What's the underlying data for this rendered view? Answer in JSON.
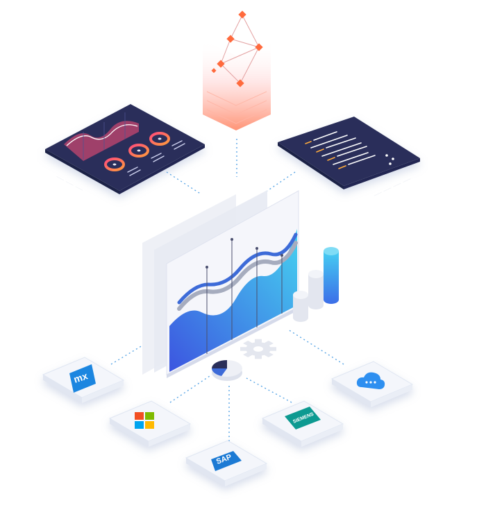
{
  "colors": {
    "navy": "#2a2f5a",
    "blue_start": "#3c55e0",
    "blue_end": "#46d2f0",
    "orange": "#ff6a3d",
    "pink": "#ff4d7a",
    "mendix_blue": "#1e86e0",
    "siemens_teal": "#0f9a91",
    "sap_blue": "#1a7ad4",
    "cloud_blue": "#2f8ff0"
  },
  "integrations": [
    {
      "name": "mendix-tile",
      "logo_text": "mx",
      "icon": "mendix-logo-icon"
    },
    {
      "name": "microsoft-tile",
      "logo_text": "",
      "icon": "microsoft-logo-icon"
    },
    {
      "name": "sap-tile",
      "logo_text": "SAP",
      "icon": "sap-logo-icon"
    },
    {
      "name": "siemens-tile",
      "logo_text": "SIEMENS",
      "icon": "siemens-logo-icon"
    },
    {
      "name": "cloud-tile",
      "logo_text": "",
      "icon": "cloud-chat-icon"
    }
  ],
  "icons": {
    "node_graph": "node-network-icon",
    "gauges": "gauge-dashboard-icon",
    "code": "code-editor-icon",
    "chart": "area-chart-icon",
    "gear": "gear-icon",
    "pie": "pie-chart-icon"
  }
}
